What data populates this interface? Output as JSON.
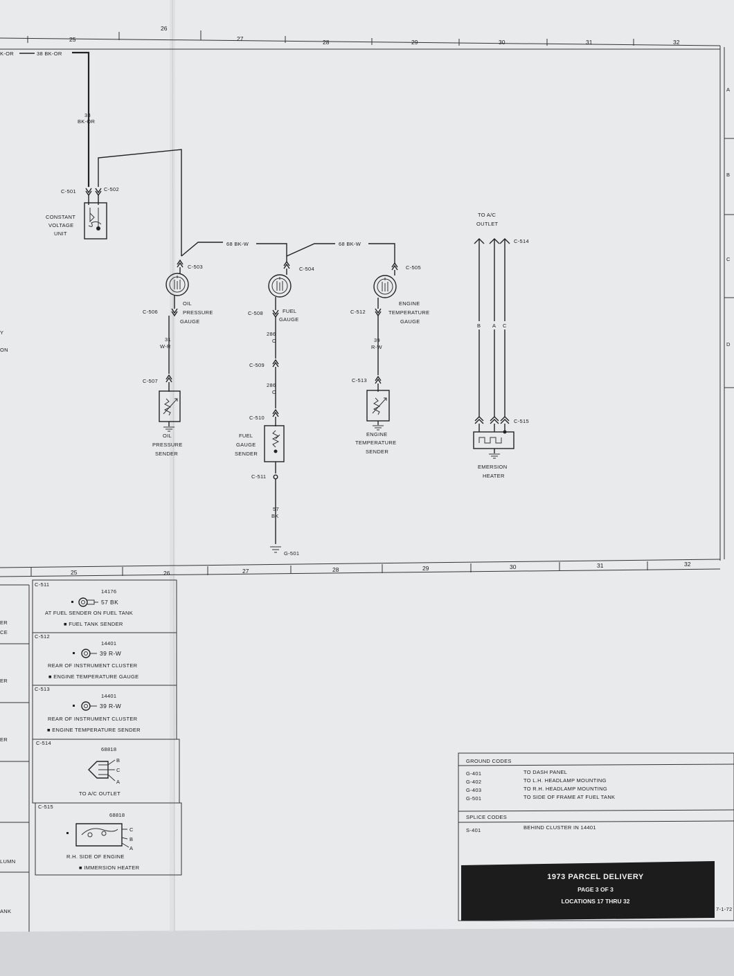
{
  "grid_top": [
    "25",
    "26",
    "27",
    "28",
    "29",
    "30",
    "31",
    "32"
  ],
  "grid_bottom": [
    "25",
    "26",
    "27",
    "28",
    "29",
    "30",
    "31",
    "32"
  ],
  "row_letters": [
    "A",
    "B",
    "C",
    "D"
  ],
  "wires": {
    "left_edge_label": "K-OR",
    "top_wire": "38 BK-OR",
    "vert_wire_num": "38",
    "vert_wire_color": "BK-OR",
    "bk_w_1": "68 BK-W",
    "bk_w_2": "68 BK-W",
    "oil_num": "31",
    "oil_color": "W-R",
    "fuel_num_1": "286",
    "fuel_color_1": "O",
    "fuel_num_2": "286",
    "fuel_color_2": "O",
    "temp_num": "39",
    "temp_color": "R-W",
    "ground_num": "57",
    "ground_color": "BK",
    "ac_b": "B",
    "ac_a": "A",
    "ac_c": "C"
  },
  "connectors": {
    "c501": "C-501",
    "c502": "C-502",
    "c503": "C-503",
    "c504": "C-504",
    "c505": "C-505",
    "c506": "C-506",
    "c507": "C-507",
    "c508": "C-508",
    "c509": "C-509",
    "c510": "C-510",
    "c511": "C-511",
    "c512": "C-512",
    "c513": "C-513",
    "c514": "C-514",
    "c515": "C-515",
    "g501": "G-501"
  },
  "components": {
    "cvu": [
      "CONSTANT",
      "VOLTAGE",
      "UNIT"
    ],
    "oil_gauge": [
      "OIL",
      "PRESSURE",
      "GAUGE"
    ],
    "fuel_gauge": [
      "FUEL",
      "GAUGE"
    ],
    "temp_gauge": [
      "ENGINE",
      "TEMPERATURE",
      "GAUGE"
    ],
    "oil_sender": [
      "OIL",
      "PRESSURE",
      "SENDER"
    ],
    "fuel_sender": [
      "FUEL",
      "GAUGE",
      "SENDER"
    ],
    "temp_sender": [
      "ENGINE",
      "TEMPERATURE",
      "SENDER"
    ],
    "ac_outlet": [
      "TO A/C",
      "OUTLET"
    ],
    "heater": [
      "EMERSION",
      "HEATER"
    ]
  },
  "left_fragments": {
    "mid": [
      "Y",
      "ON"
    ],
    "bottom": [
      "ER",
      "CE",
      "ER",
      "ER",
      "LUMN",
      "ANK"
    ]
  },
  "connector_table": [
    {
      "id": "C-511",
      "part": "14176",
      "wire": "57 BK",
      "desc": "AT FUEL SENDER ON FUEL TANK",
      "item": "■ FUEL TANK SENDER"
    },
    {
      "id": "C-512",
      "part": "14401",
      "wire": "39 R-W",
      "desc": "REAR OF INSTRUMENT CLUSTER",
      "item": "■ ENGINE TEMPERATURE GAUGE"
    },
    {
      "id": "C-513",
      "part": "14401",
      "wire": "39 R-W",
      "desc": "REAR OF INSTRUMENT CLUSTER",
      "item": "■ ENGINE TEMPERATURE SENDER"
    },
    {
      "id": "C-514",
      "part": "68818",
      "pins": [
        "B",
        "C",
        "A"
      ],
      "desc": "TO A/C OUTLET"
    },
    {
      "id": "C-515",
      "part": "68818",
      "pins": [
        "C",
        "B",
        "A"
      ],
      "desc": "R.H. SIDE OF ENGINE",
      "item": "■ IMMERSION HEATER"
    }
  ],
  "codes": {
    "ground_title": "GROUND CODES",
    "ground": [
      {
        "code": "G-401",
        "desc": "TO DASH PANEL"
      },
      {
        "code": "G-402",
        "desc": "TO L.H. HEADLAMP MOUNTING"
      },
      {
        "code": "G-403",
        "desc": "TO R.H. HEADLAMP MOUNTING"
      },
      {
        "code": "G-501",
        "desc": "TO SIDE OF FRAME AT FUEL TANK"
      }
    ],
    "splice_title": "SPLICE CODES",
    "splice": [
      {
        "code": "S-401",
        "desc": "BEHIND CLUSTER IN 14401"
      }
    ]
  },
  "title_block": {
    "title": "1973 PARCEL DELIVERY",
    "page": "PAGE 3 OF 3",
    "locations": "LOCATIONS 17 THRU 32",
    "date": "7-1-72"
  },
  "colors": {
    "paper": "#e9eaec",
    "ink": "#1b1b1b",
    "title_bg": "#1c1c1c"
  }
}
